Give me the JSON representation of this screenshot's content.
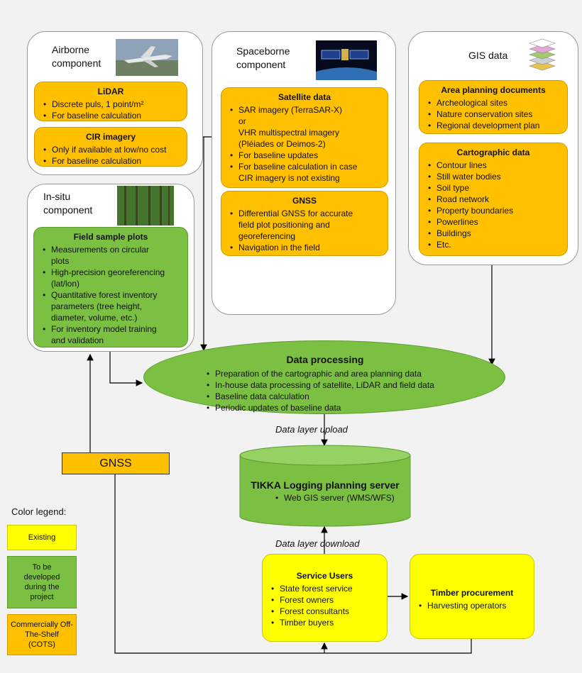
{
  "airborne": {
    "title_line1": "Airborne",
    "title_line2": "component",
    "lidar": {
      "title": "LiDAR",
      "items": [
        "Discrete puls, 1 point/m²",
        "For baseline calculation"
      ]
    },
    "cir": {
      "title": "CIR imagery",
      "items": [
        "Only if available at low/no cost",
        "For baseline calculation"
      ]
    }
  },
  "spaceborne": {
    "title_line1": "Spaceborne",
    "title_line2": "component",
    "satellite": {
      "title": "Satellite data",
      "items": [
        "SAR imagery (TerraSAR-X)",
        "or",
        "VHR multispectral imagery",
        "(Pléiades or Deimos-2)",
        "For baseline updates",
        "For baseline calculation in case",
        "CIR imagery is not existing"
      ]
    },
    "gnss": {
      "title": "GNSS",
      "items": [
        "Differential GNSS for accurate",
        "field plot positioning and",
        "georeferencing",
        "Navigation in the field"
      ]
    }
  },
  "gis": {
    "title": "GIS data",
    "area": {
      "title": "Area planning documents",
      "items": [
        "Archeological sites",
        "Nature conservation sites",
        "Regional development plan"
      ]
    },
    "carto": {
      "title": "Cartographic data",
      "items": [
        "Contour lines",
        "Still water bodies",
        "Soil type",
        "Road network",
        "Property boundaries",
        "Powerlines",
        "Buildings",
        "Etc."
      ]
    }
  },
  "insitu": {
    "title_line1": "In-situ",
    "title_line2": "component",
    "field": {
      "title": "Field sample plots",
      "items": [
        "Measurements on circular",
        "plots",
        "High-precision georeferencing",
        "(lat/lon)",
        "Quantitative forest inventory",
        "parameters (tree height,",
        "diameter, volume, etc.)",
        "For inventory model training",
        "and validation"
      ]
    }
  },
  "processing": {
    "title": "Data processing",
    "items": [
      "Preparation of the cartographic and area planning data",
      "In-house data processing of satellite, LiDAR and field data",
      "Baseline data calculation",
      "Periodic updates of baseline data"
    ]
  },
  "upload_label": "Data layer upload",
  "download_label": "Data layer download",
  "server": {
    "title": "TIKKA Logging planning server",
    "items": [
      "Web GIS server (WMS/WFS)"
    ]
  },
  "gnss_box": "GNSS",
  "service": {
    "title": "Service Users",
    "items": [
      "State forest service",
      "Forest owners",
      "Forest consultants",
      "Timber buyers"
    ]
  },
  "timber": {
    "title": "Timber procurement",
    "items": [
      "Harvesting operators"
    ]
  },
  "legend": {
    "title": "Color legend:",
    "existing": "Existing",
    "developed": "To be developed during the project",
    "cots": "Commercially Off-The-Shelf (COTS)"
  },
  "colors": {
    "orange": "#ffc000",
    "green": "#7bc043",
    "yellow": "#ffff00"
  }
}
